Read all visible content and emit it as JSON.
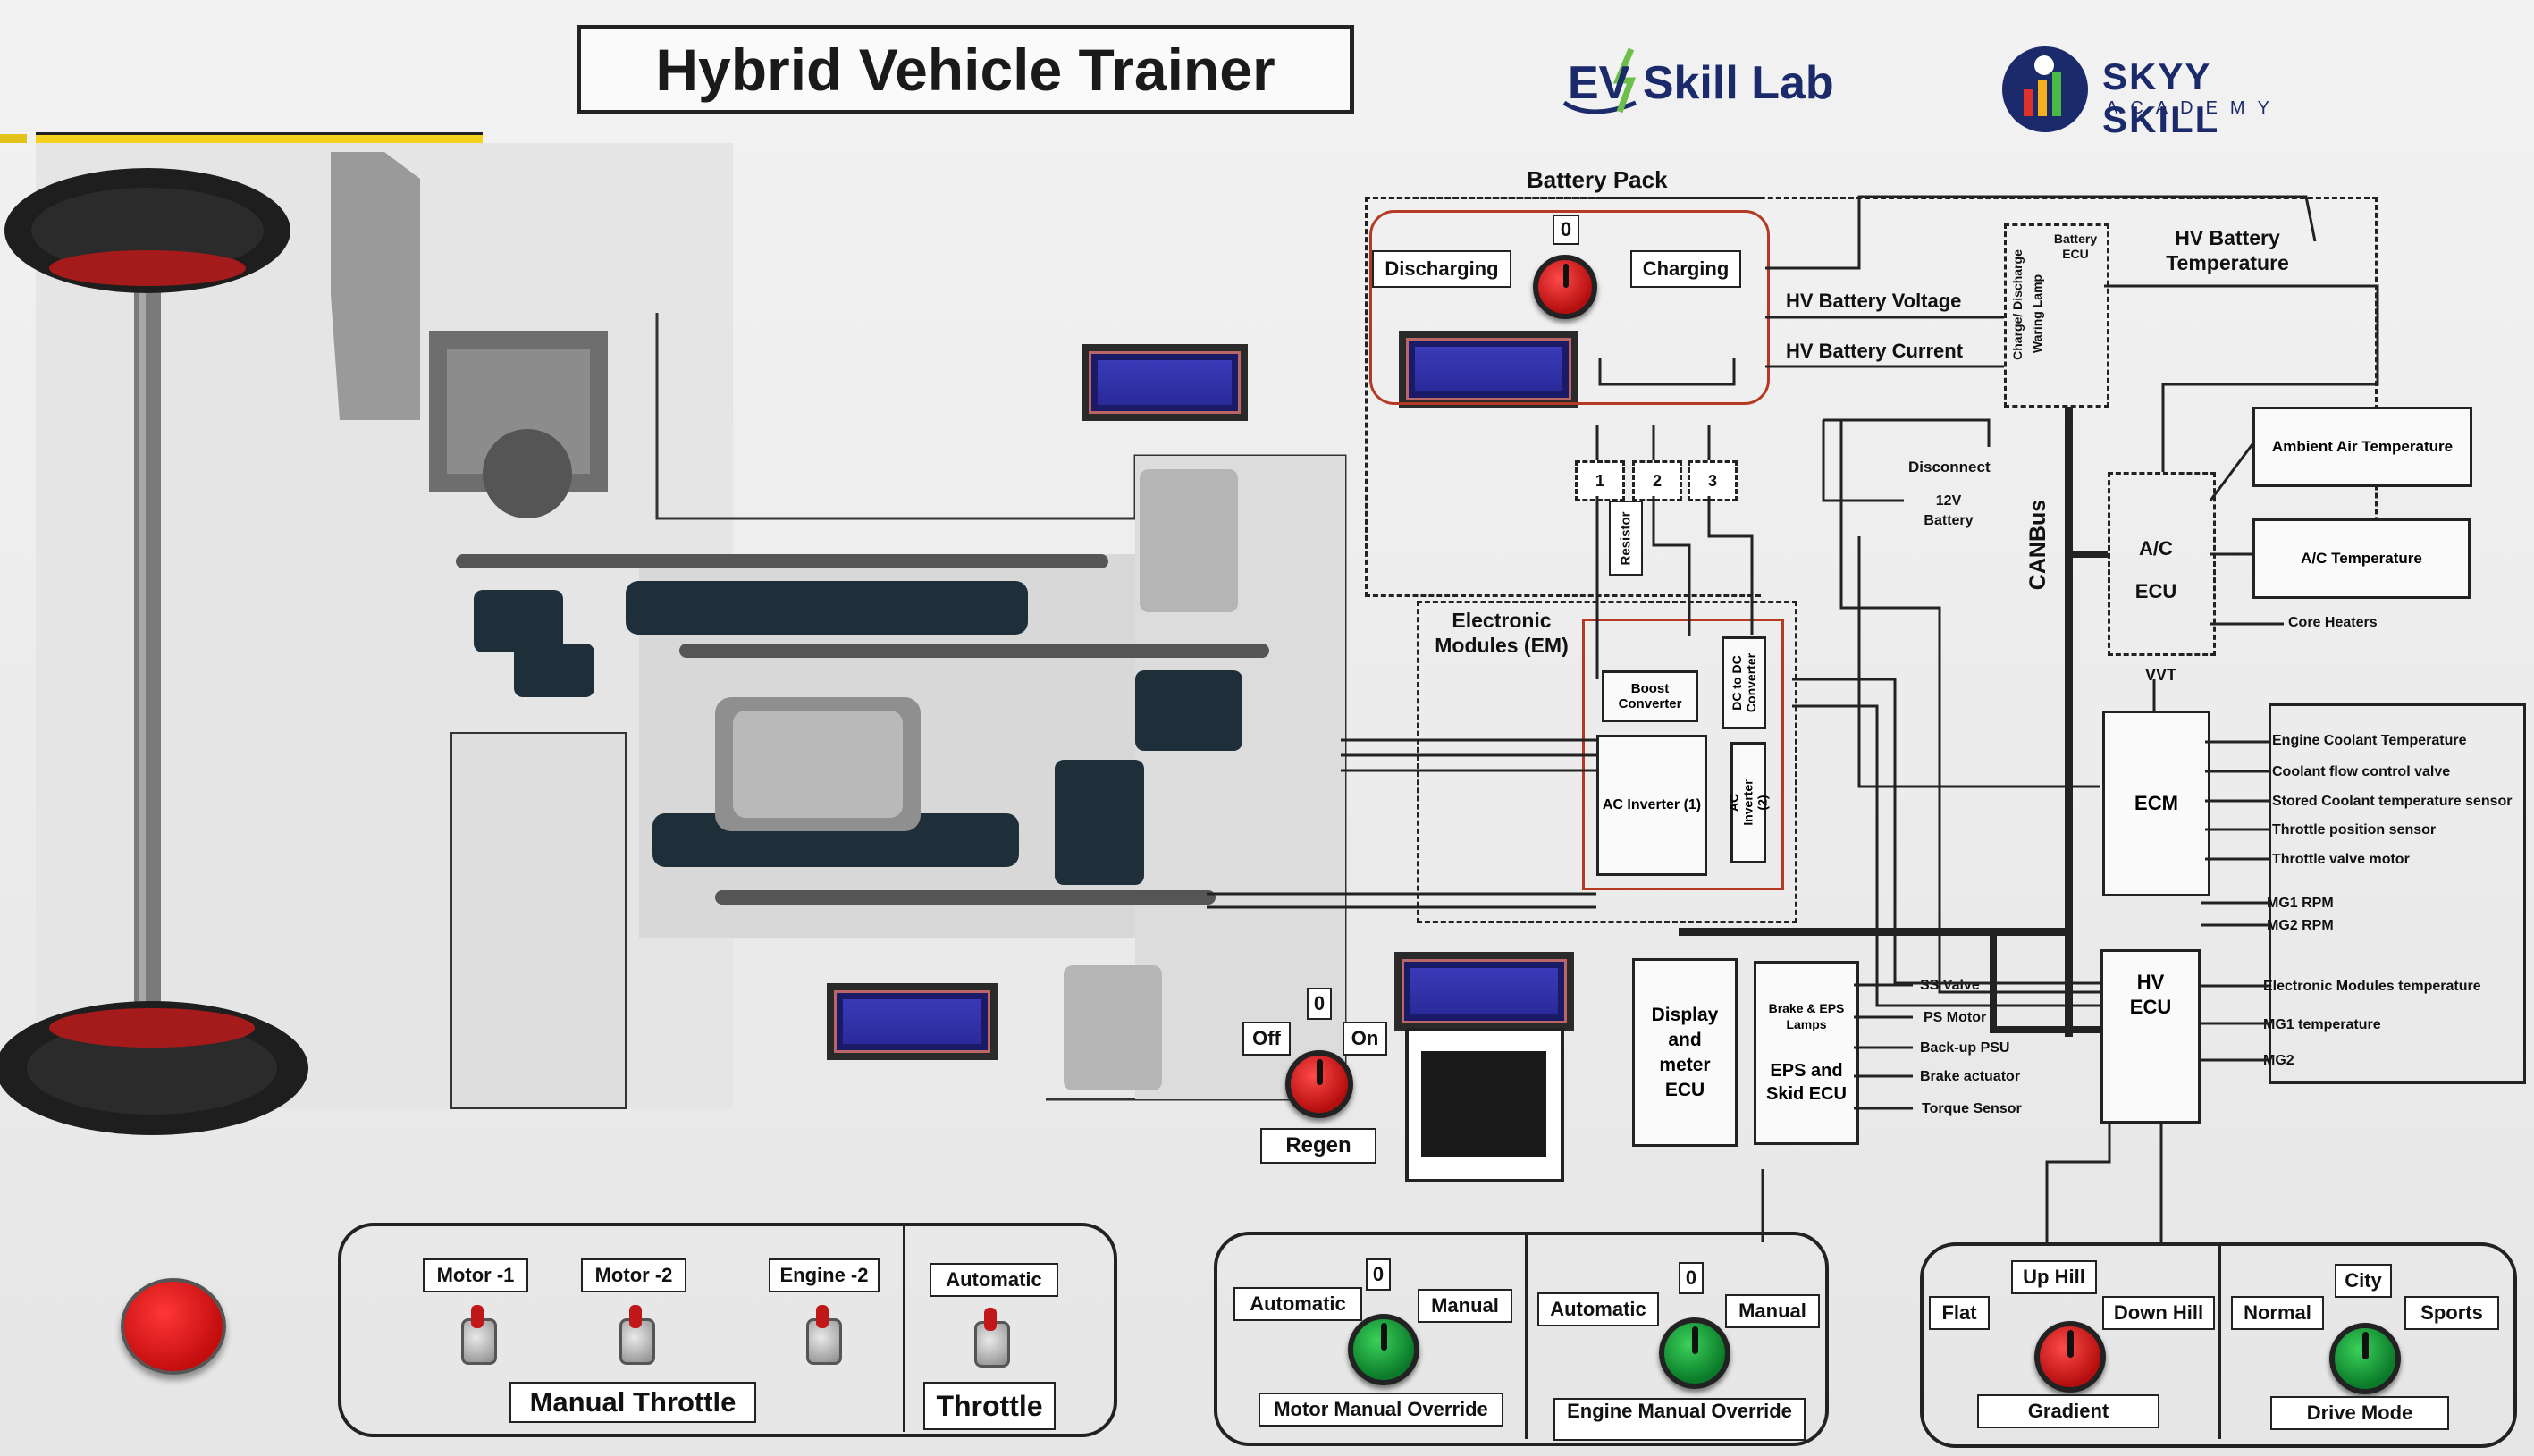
{
  "title": "Hybrid Vehicle Trainer",
  "logos": {
    "ev": "EV Skill Lab",
    "skyy": "SKYY SKILL",
    "skyy_sub": "ACADEMY"
  },
  "battery": {
    "pack_label": "Battery Pack",
    "zero": "0",
    "discharging": "Discharging",
    "charging": "Charging",
    "voltage": "HV Battery Voltage",
    "current": "HV Battery Current",
    "temperature": "HV Battery Temperature",
    "ecu": "Battery ECU",
    "charge_lamp": "Charge/ Discharge",
    "warning_lamp": "Waring Lamp",
    "disconnect": "Disconnect",
    "battery12v": "12V Battery",
    "resistor": "Resistor",
    "relay1": "1",
    "relay2": "2",
    "relay3": "3"
  },
  "em": {
    "label": "Electronic Modules (EM)",
    "boost": "Boost Converter",
    "dcdc": "DC to DC Converter",
    "inv1": "AC Inverter (1)",
    "inv2": "AC Inverter (2)"
  },
  "canbus": "CANBus",
  "ac": {
    "ecu": "A/C ECU",
    "ambient": "Ambient Air Temperature",
    "temp": "A/C Temperature",
    "heaters": "Core Heaters"
  },
  "ecm": {
    "label": "ECM",
    "vvt": "VVT",
    "signals": [
      "Engine Coolant Temperature",
      "Coolant flow control valve",
      "Stored Coolant temperature sensor",
      "Throttle position sensor",
      "Throttle valve motor"
    ]
  },
  "hv_ecu": {
    "label": "HV ECU",
    "signals": [
      "MG1 RPM",
      "MG2 RPM",
      "Electronic Modules temperature",
      "MG1 temperature",
      "MG2"
    ]
  },
  "display_ecu": "Display and meter ECU",
  "eps": {
    "lamps": "Brake & EPS Lamps",
    "label": "EPS and Skid ECU",
    "signals": [
      "SS Valve",
      "PS Motor",
      "Back-up PSU",
      "Brake actuator",
      "Torque Sensor"
    ]
  },
  "regen": {
    "off": "Off",
    "on": "On",
    "zero": "0",
    "label": "Regen"
  },
  "manual_throttle": {
    "motor1": "Motor -1",
    "motor2": "Motor -2",
    "engine2": "Engine -2",
    "label": "Manual Throttle"
  },
  "throttle": {
    "automatic": "Automatic",
    "label": "Throttle"
  },
  "motor_override": {
    "automatic": "Automatic",
    "manual": "Manual",
    "zero": "0",
    "label": "Motor Manual Override"
  },
  "engine_override": {
    "automatic": "Automatic",
    "manual": "Manual",
    "zero": "0",
    "label": "Engine Manual Override"
  },
  "gradient": {
    "flat": "Flat",
    "uphill": "Up Hill",
    "downhill": "Down Hill",
    "label": "Gradient"
  },
  "drive_mode": {
    "normal": "Normal",
    "city": "City",
    "sports": "Sports",
    "label": "Drive Mode"
  }
}
